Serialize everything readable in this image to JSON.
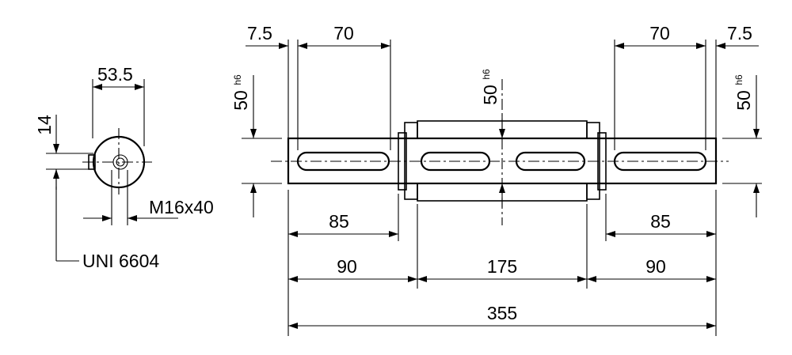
{
  "side_view": {
    "dim_width": "53.5",
    "dim_key": "14",
    "dim_thread": "M16x40",
    "standard": "UNI 6604"
  },
  "shaft": {
    "dim_left_offset": "7.5",
    "dim_left_key": "70",
    "dim_right_key": "70",
    "dim_right_offset": "7.5",
    "dim_left_dia": "50",
    "dim_left_tol": "h6",
    "dim_center_dia": "50",
    "dim_center_tol": "h6",
    "dim_right_dia": "50",
    "dim_right_tol": "h6",
    "dim_left_85": "85",
    "dim_right_85": "85",
    "dim_left_90": "90",
    "dim_center_175": "175",
    "dim_right_90": "90",
    "dim_total": "355"
  },
  "colors": {
    "line": "#000000",
    "hub_fill": "#bfbfbf",
    "background": "#ffffff"
  }
}
